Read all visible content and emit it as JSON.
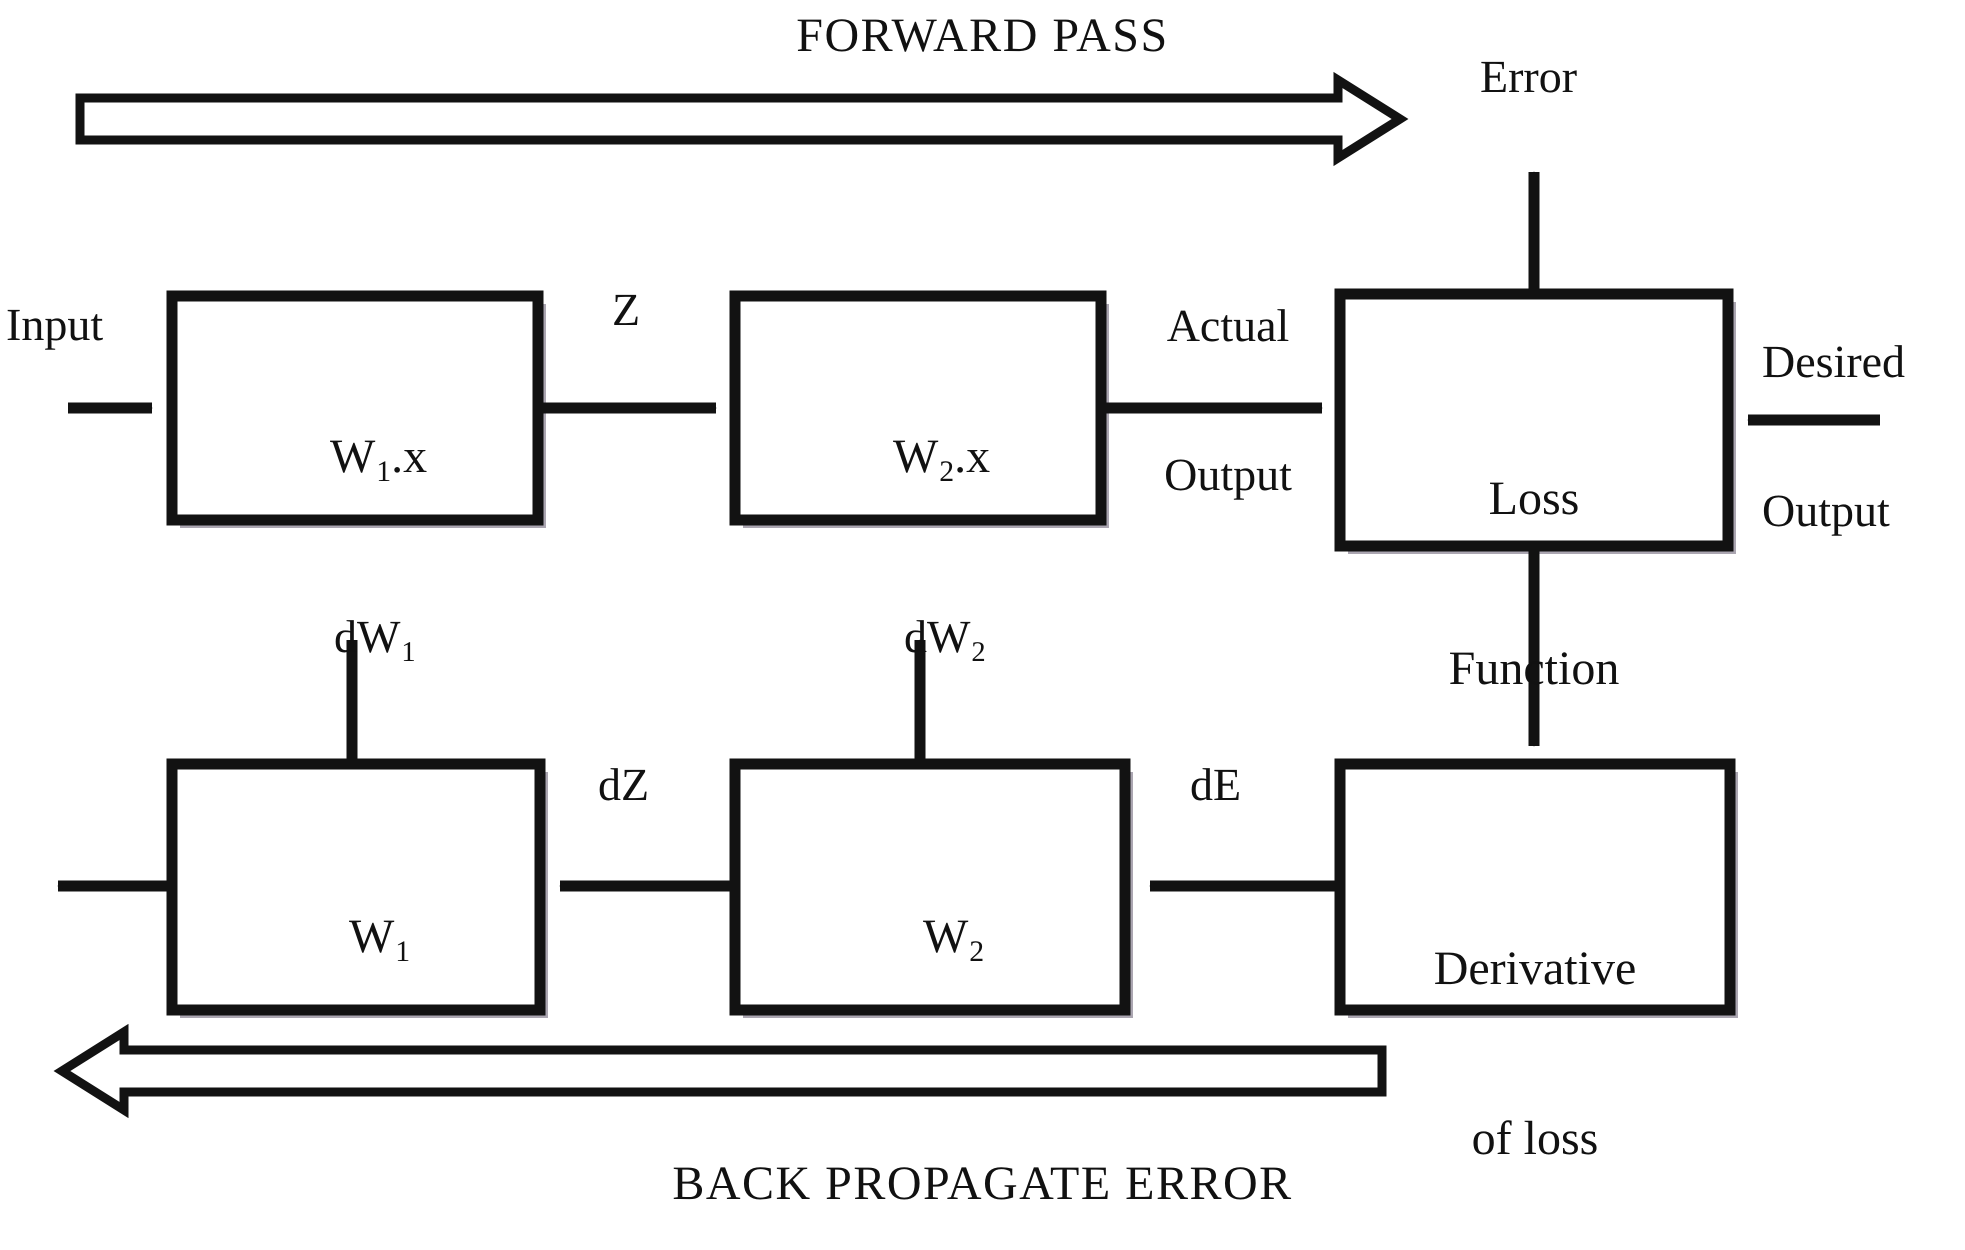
{
  "diagram": {
    "title": "Neural network forward pass and backpropagation block diagram",
    "colors": {
      "stroke": "#121212",
      "fill": "#ffffff",
      "background": "#ffffff",
      "text": "#111111"
    },
    "banners": [
      {
        "id": "forward",
        "label": "FORWARD PASS",
        "direction": "right"
      },
      {
        "id": "backward",
        "label": "BACK PROPAGATE ERROR",
        "direction": "left"
      }
    ],
    "nodes": [
      {
        "id": "w1x",
        "label": "W",
        "sub": "1",
        "suffix": ".x",
        "row": "forward"
      },
      {
        "id": "w2x",
        "label": "W",
        "sub": "2",
        "suffix": ".x",
        "row": "forward"
      },
      {
        "id": "loss",
        "label": "Loss",
        "line2": "Function",
        "row": "forward"
      },
      {
        "id": "deriv",
        "label": "Derivative",
        "line2": "of loss",
        "row": "backward"
      },
      {
        "id": "w2",
        "label": "W",
        "sub": "2",
        "suffix": "",
        "row": "backward"
      },
      {
        "id": "w1",
        "label": "W",
        "sub": "1",
        "suffix": "",
        "row": "backward"
      }
    ],
    "edge_labels": [
      {
        "id": "input",
        "text": "Input"
      },
      {
        "id": "z",
        "text": "Z"
      },
      {
        "id": "actual_output",
        "line1": "Actual",
        "line2": "Output"
      },
      {
        "id": "error",
        "text": "Error"
      },
      {
        "id": "desired_output",
        "line1": "Desired",
        "line2": "Output"
      },
      {
        "id": "dw1",
        "text": "dW",
        "sub": "1"
      },
      {
        "id": "dw2",
        "text": "dW",
        "sub": "2"
      },
      {
        "id": "dz",
        "text": "dZ"
      },
      {
        "id": "de",
        "text": "dE"
      }
    ]
  }
}
